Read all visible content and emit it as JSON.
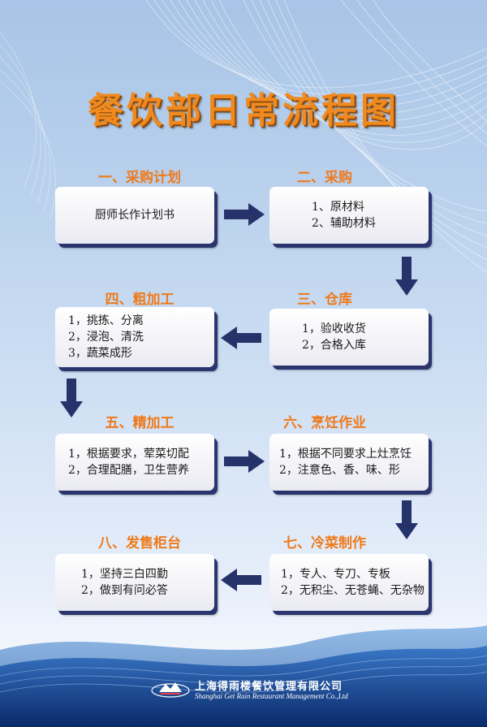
{
  "title": "餐饮部日常流程图",
  "steps": [
    {
      "label": "一、采购计划",
      "lines": [
        "厨师长作计划书"
      ]
    },
    {
      "label": "二、采购",
      "lines": [
        "1、原材料",
        "2、辅助材料"
      ]
    },
    {
      "label": "三、仓库",
      "lines": [
        "1，验收收货",
        "2，合格入库"
      ]
    },
    {
      "label": "四、粗加工",
      "lines": [
        "1，挑拣、分离",
        "2，浸泡、清洗",
        "3，蔬菜成形"
      ]
    },
    {
      "label": "五、精加工",
      "lines": [
        "1，根据要求，荤菜切配",
        "2，合理配膳，卫生营养"
      ]
    },
    {
      "label": "六、烹饪作业",
      "lines": [
        "1，根据不同要求上灶烹饪",
        "2，注意色、香、味、形"
      ]
    },
    {
      "label": "七、冷菜制作",
      "lines": [
        "1，专人、专刀、专板",
        "2，无积尘、无苍蝇、无杂物"
      ]
    },
    {
      "label": "八、发售柜台",
      "lines": [
        "1，坚持三白四勤",
        "2，做到有问必答"
      ]
    }
  ],
  "company": {
    "name_cn": "上海得雨楼餐饮管理有限公司",
    "name_en": "Shanghai Get Rain Restaurant Management Co.,Ltd"
  },
  "colors": {
    "title": "#f08a1e",
    "label": "#ee7a1c",
    "arrow": "#26336b"
  }
}
